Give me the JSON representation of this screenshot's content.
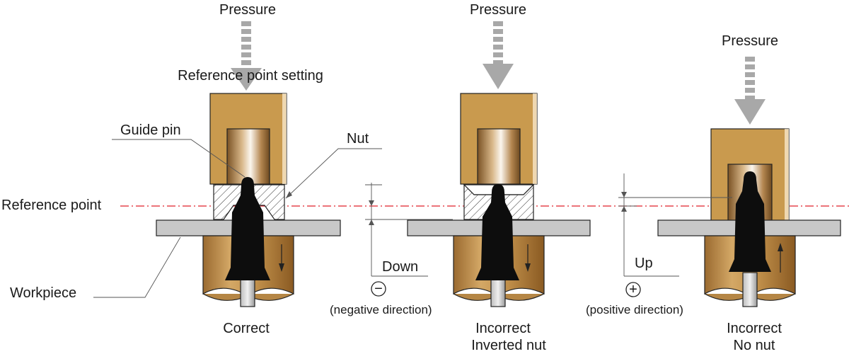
{
  "labels": {
    "pressure": "Pressure",
    "reference_point_setting": "Reference point setting",
    "guide_pin": "Guide pin",
    "nut": "Nut",
    "reference_point": "Reference point",
    "workpiece": "Workpiece",
    "down": "Down",
    "negative_direction": "(negative direction)",
    "up": "Up",
    "positive_direction": "(positive direction)"
  },
  "panels": [
    {
      "caption_1": "Correct",
      "caption_2": ""
    },
    {
      "caption_1": "Incorrect",
      "caption_2": "Inverted nut"
    },
    {
      "caption_1": "Incorrect",
      "caption_2": "No nut"
    }
  ],
  "symbols": {
    "minus": "−",
    "plus": "+"
  },
  "colors": {
    "electrode": "#c99a4e",
    "electrode_dark": "#8a5a22",
    "workpiece": "#c8c8c8",
    "pin": "#0d0d0d",
    "reference_line": "#e0202a",
    "arrow": "#a8a8a8"
  }
}
